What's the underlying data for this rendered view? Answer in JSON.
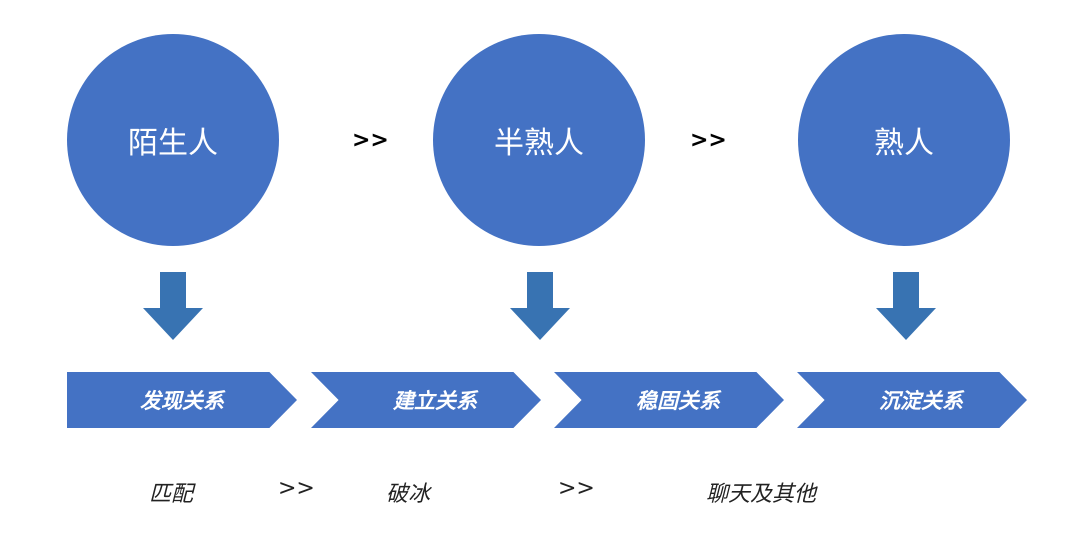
{
  "stages": [
    {
      "label": "陌生人"
    },
    {
      "label": "半熟人"
    },
    {
      "label": "熟人"
    }
  ],
  "stage_separator": ">>",
  "steps": [
    {
      "label": "发现关系"
    },
    {
      "label": "建立关系"
    },
    {
      "label": "稳固关系"
    },
    {
      "label": "沉淀关系"
    }
  ],
  "actions": [
    {
      "label": "匹配"
    },
    {
      "label": "破冰"
    },
    {
      "label": "聊天及其他"
    }
  ],
  "action_separator": ">>",
  "colors": {
    "circle_fill": "#4472c4",
    "arrow_fill": "#3873b2",
    "chevron_fill": "#4472c4",
    "text_on_fill": "#ffffff"
  }
}
